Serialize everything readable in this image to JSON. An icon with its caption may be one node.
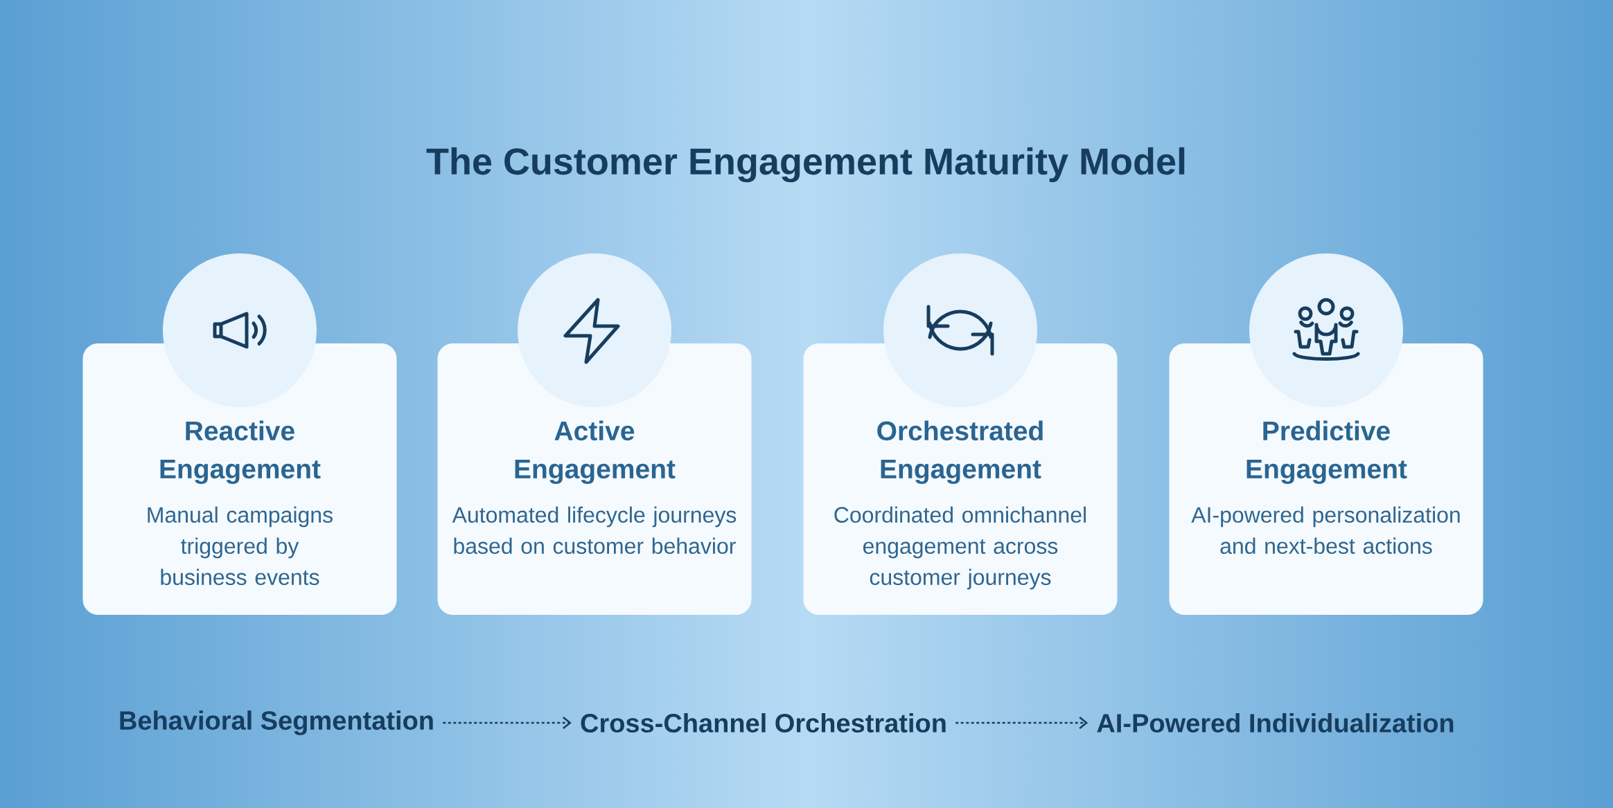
{
  "diagram": {
    "title": "The Customer Engagement Maturity Model",
    "nodes": [
      {
        "text": [
          "Reactive Engagement",
          "Manual campaigns triggered by business events"
        ]
      },
      {
        "text": [
          "Active Engagement",
          "Automated lifecycle journeys based on customer behavior"
        ]
      },
      {
        "text": [
          "Orchestrated Engagement",
          "Coordinated omnichannel engagement across customer journeys"
        ]
      },
      {
        "text": [
          "Predictive Engagement",
          "AI-powered personalization and next-best actions"
        ]
      },
      {
        "text": [
          "Behavioral Segmentation"
        ]
      },
      {
        "text": [
          "Cross-Channel Orchestration"
        ]
      },
      {
        "text": [
          "AI-Powered Individualization"
        ]
      }
    ],
    "edges": [
      {
        "from": 4,
        "to": 5,
        "arrow": "to",
        "style": "dashed"
      },
      {
        "from": 5,
        "to": 6,
        "arrow": "to",
        "style": "dashed"
      }
    ]
  }
}
